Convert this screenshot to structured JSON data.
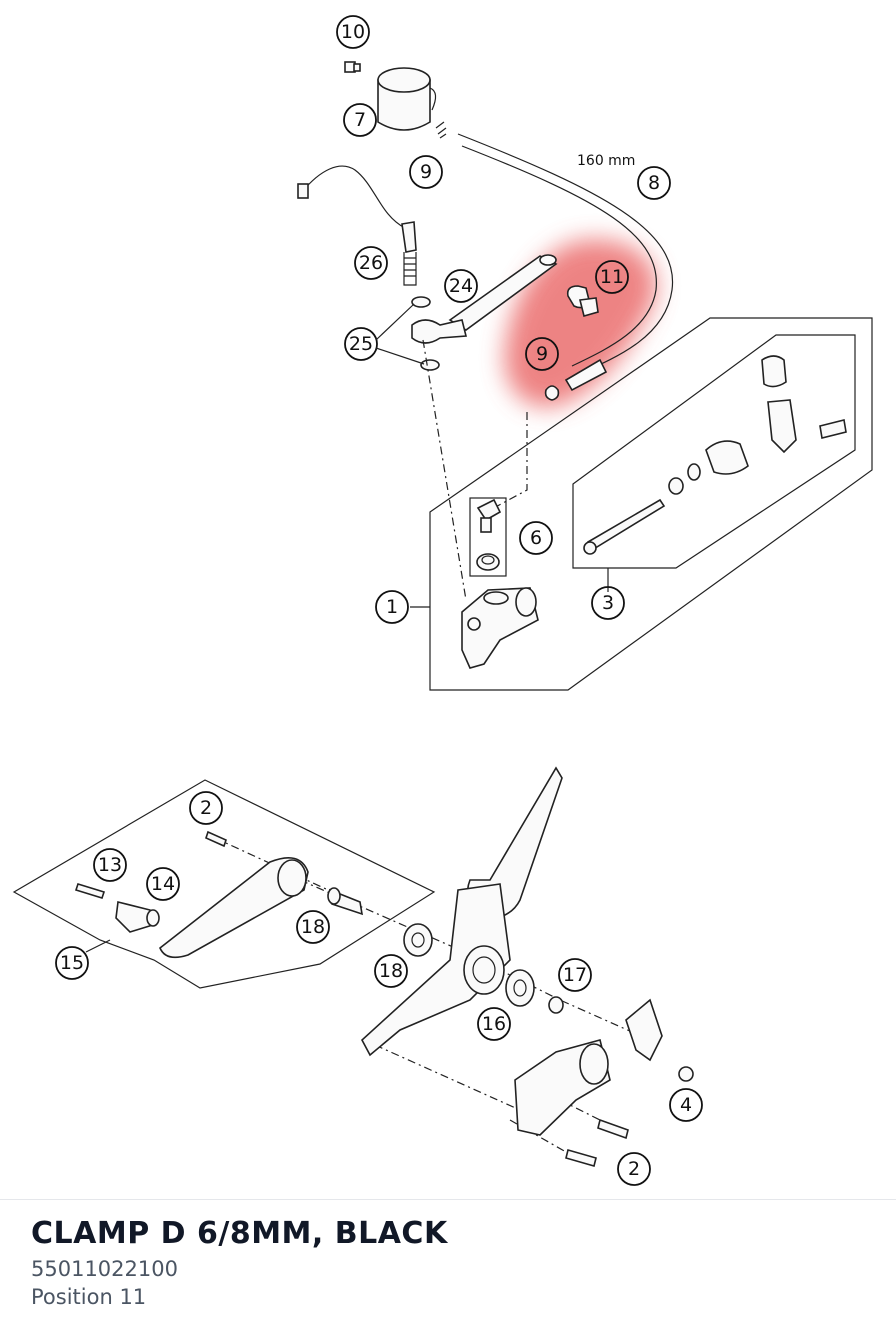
{
  "diagram": {
    "callouts": [
      "10",
      "7",
      "9",
      "8",
      "26",
      "24",
      "11",
      "25",
      "9",
      "6",
      "1",
      "3",
      "2",
      "13",
      "14",
      "18",
      "15",
      "18",
      "17",
      "16",
      "4",
      "2"
    ],
    "dimension_label": "160 mm",
    "highlight_color": "#e85a5a"
  },
  "part": {
    "name": "CLAMP D 6/8MM, BLACK",
    "number": "55011022100",
    "position": "Position 11"
  }
}
